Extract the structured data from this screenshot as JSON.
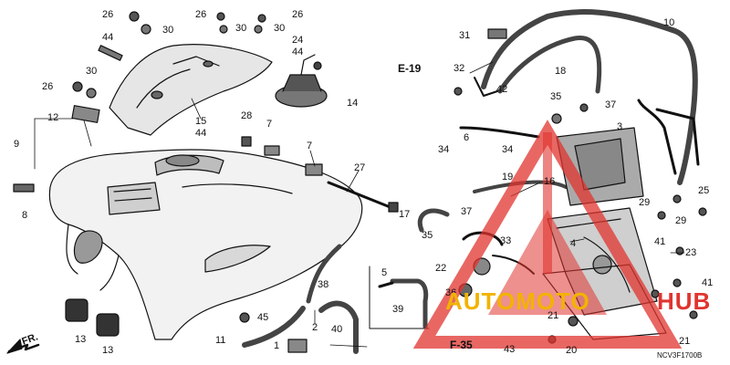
{
  "diagram": {
    "reference_code": "NCV3F1700B",
    "direction_label": "FR.",
    "cross_refs": [
      "E-19",
      "F-35"
    ],
    "callouts": [
      {
        "id": "c26a",
        "text": "26"
      },
      {
        "id": "c30a",
        "text": "30"
      },
      {
        "id": "c44a",
        "text": "44"
      },
      {
        "id": "c30b",
        "text": "30"
      },
      {
        "id": "c26b",
        "text": "26"
      },
      {
        "id": "c26c",
        "text": "26"
      },
      {
        "id": "c26d",
        "text": "26"
      },
      {
        "id": "c30c",
        "text": "30"
      },
      {
        "id": "c30d",
        "text": "30"
      },
      {
        "id": "c24",
        "text": "24"
      },
      {
        "id": "c44b",
        "text": "44"
      },
      {
        "id": "c14",
        "text": "14"
      },
      {
        "id": "c15",
        "text": "15"
      },
      {
        "id": "c44c",
        "text": "44"
      },
      {
        "id": "c28",
        "text": "28"
      },
      {
        "id": "c7a",
        "text": "7"
      },
      {
        "id": "c7b",
        "text": "7"
      },
      {
        "id": "c12",
        "text": "12"
      },
      {
        "id": "c9",
        "text": "9"
      },
      {
        "id": "c8",
        "text": "8"
      },
      {
        "id": "c27",
        "text": "27"
      },
      {
        "id": "c13a",
        "text": "13"
      },
      {
        "id": "c13b",
        "text": "13"
      },
      {
        "id": "c11",
        "text": "11"
      },
      {
        "id": "c45",
        "text": "45"
      },
      {
        "id": "c1",
        "text": "1"
      },
      {
        "id": "c2",
        "text": "2"
      },
      {
        "id": "c38",
        "text": "38"
      },
      {
        "id": "c40",
        "text": "40"
      },
      {
        "id": "c5",
        "text": "5"
      },
      {
        "id": "c39",
        "text": "39"
      },
      {
        "id": "c31",
        "text": "31"
      },
      {
        "id": "c32",
        "text": "32"
      },
      {
        "id": "c42",
        "text": "42"
      },
      {
        "id": "c18",
        "text": "18"
      },
      {
        "id": "c10",
        "text": "10"
      },
      {
        "id": "c35a",
        "text": "35"
      },
      {
        "id": "c37a",
        "text": "37"
      },
      {
        "id": "c3",
        "text": "3"
      },
      {
        "id": "c6",
        "text": "6"
      },
      {
        "id": "c34a",
        "text": "34"
      },
      {
        "id": "c34b",
        "text": "34"
      },
      {
        "id": "c19",
        "text": "19"
      },
      {
        "id": "c16",
        "text": "16"
      },
      {
        "id": "c17",
        "text": "17"
      },
      {
        "id": "c37b",
        "text": "37"
      },
      {
        "id": "c35b",
        "text": "35"
      },
      {
        "id": "c33",
        "text": "33"
      },
      {
        "id": "c4",
        "text": "4"
      },
      {
        "id": "c22",
        "text": "22"
      },
      {
        "id": "c36",
        "text": "36"
      },
      {
        "id": "c29a",
        "text": "29"
      },
      {
        "id": "c29b",
        "text": "29"
      },
      {
        "id": "c25",
        "text": "25"
      },
      {
        "id": "c41a",
        "text": "41"
      },
      {
        "id": "c23",
        "text": "23"
      },
      {
        "id": "c41b",
        "text": "41"
      },
      {
        "id": "c21a",
        "text": "21"
      },
      {
        "id": "c21b",
        "text": "21"
      },
      {
        "id": "c20",
        "text": "20"
      },
      {
        "id": "c43",
        "text": "43"
      }
    ]
  },
  "watermark": {
    "text_a": "AUTOMOTO",
    "text_b": "HUB",
    "color_a": "#f2b300",
    "color_b": "#e0342f",
    "triangle_color": "#e0342f"
  }
}
